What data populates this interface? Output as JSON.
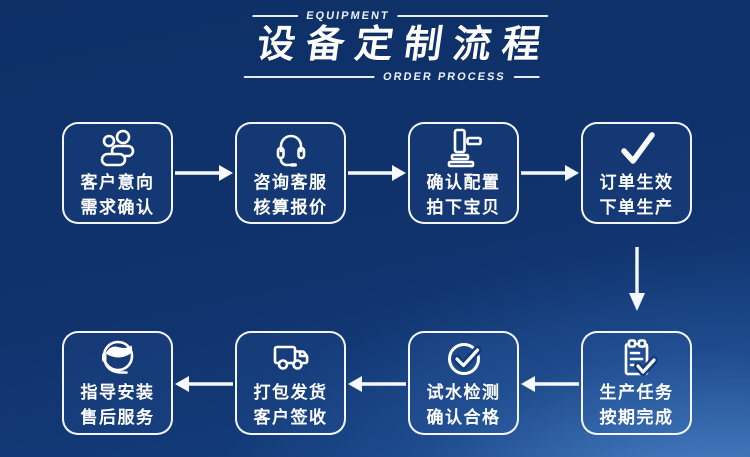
{
  "header": {
    "eyebrow": "EQUIPMENT",
    "title": "设备定制流程",
    "subtitle": "ORDER PROCESS"
  },
  "steps": [
    {
      "id": 1,
      "icon": "users-icon",
      "line1": "客户意向",
      "line2": "需求确认"
    },
    {
      "id": 2,
      "icon": "headset-icon",
      "line1": "咨询客服",
      "line2": "核算报价"
    },
    {
      "id": 3,
      "icon": "gavel-icon",
      "line1": "确认配置",
      "line2": "拍下宝贝"
    },
    {
      "id": 4,
      "icon": "check-icon",
      "line1": "订单生效",
      "line2": "下单生产"
    },
    {
      "id": 5,
      "icon": "task-list-icon",
      "line1": "生产任务",
      "line2": "按期完成"
    },
    {
      "id": 6,
      "icon": "circle-check-icon",
      "line1": "试水检测",
      "line2": "确认合格"
    },
    {
      "id": 7,
      "icon": "truck-icon",
      "line1": "打包发货",
      "line2": "客户签收"
    },
    {
      "id": 8,
      "icon": "support-agent-icon",
      "line1": "指导安装",
      "line2": "售后服务"
    }
  ],
  "flow": {
    "arrows": [
      "right",
      "right",
      "right",
      "down",
      "left",
      "left",
      "left"
    ]
  },
  "colors": {
    "background_dark": "#0e3067",
    "background_light": "#2c63ad",
    "box_border": "#ffffff",
    "text": "#ffffff",
    "arrow": "#f6f9fd"
  }
}
